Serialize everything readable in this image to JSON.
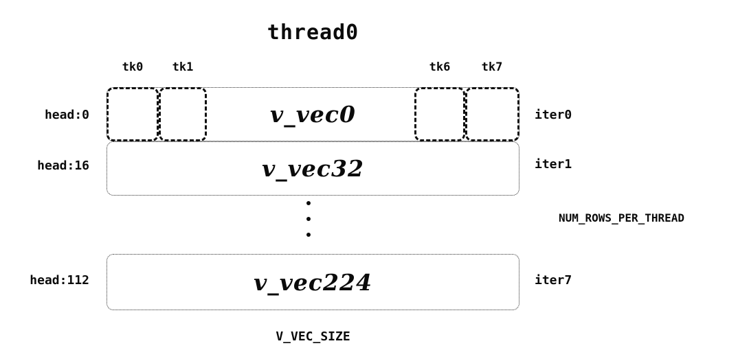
{
  "title": "thread0",
  "tick_labels": {
    "tk0": "tk0",
    "tk1": "tk1",
    "tk6": "tk6",
    "tk7": "tk7"
  },
  "rows": [
    {
      "head": "head:0",
      "vec": "v_vec0",
      "iter": "iter0"
    },
    {
      "head": "head:16",
      "vec": "v_vec32",
      "iter": "iter1"
    },
    {
      "head": "head:112",
      "vec": "v_vec224",
      "iter": "iter7"
    }
  ],
  "annotations": {
    "num_rows_per_thread": "NUM_ROWS_PER_THREAD",
    "v_vec_size": "V_VEC_SIZE"
  }
}
